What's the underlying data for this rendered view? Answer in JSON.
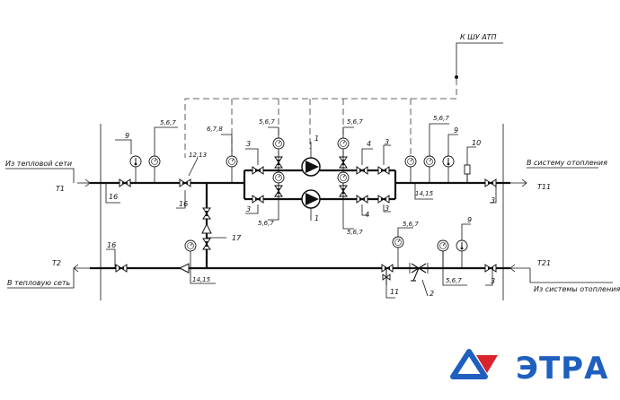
{
  "labels": {
    "atp": "К ШУ АТП",
    "from_network": "Из тепловой сети",
    "t1": "T1",
    "to_network": "В тепловую сеть",
    "t2": "T2",
    "to_heating": "В систему отопления",
    "t11": "T11",
    "from_heating": "Из системы отопления",
    "t21": "T21"
  },
  "callouts": {
    "n567": "5,6,7",
    "n678": "6,7,8",
    "n1213": "12,13",
    "n1415": "14,15",
    "n1": "1",
    "n2": "2",
    "n3": "3",
    "n4": "4",
    "n9": "9",
    "n10": "10",
    "n11": "11",
    "n16": "16",
    "n17": "17"
  },
  "logo": {
    "text": "ЭТРА",
    "color": "#1f5fbf",
    "accent": "#d9232d"
  }
}
